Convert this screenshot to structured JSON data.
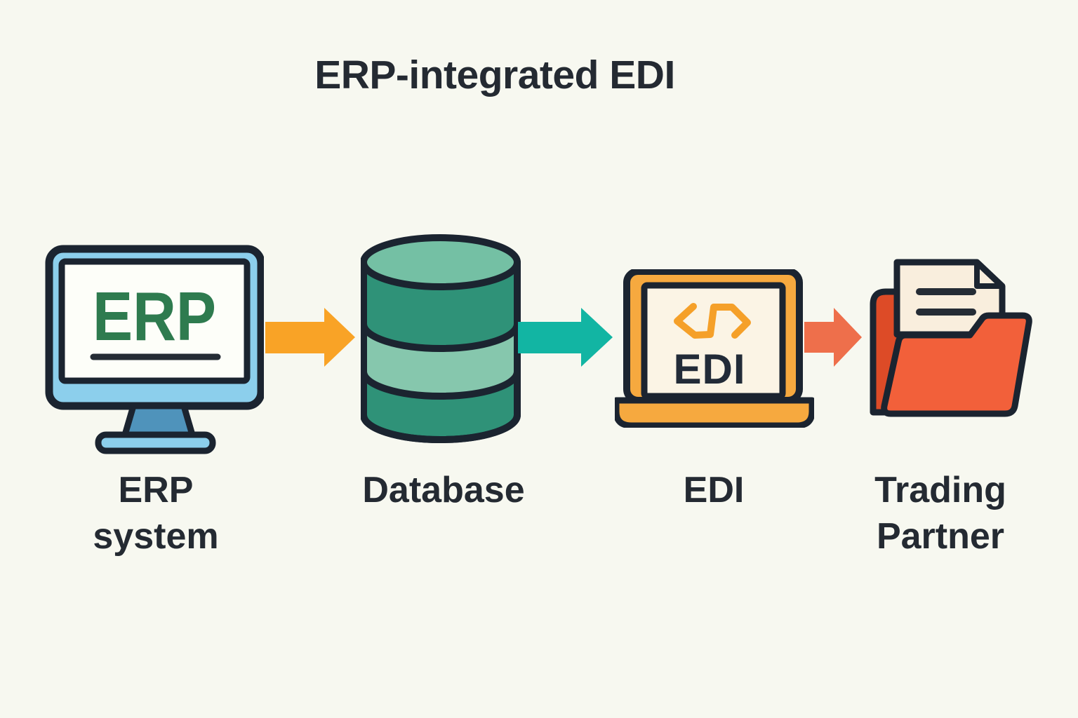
{
  "title": "ERP-integrated EDI",
  "colors": {
    "background": "#f7f8f0",
    "text": "#242a32",
    "outline": "#1b2430",
    "monitor_blue": "#8ccfec",
    "monitor_stand_blue": "#4f93bb",
    "monitor_screen_white": "#fdfef9",
    "erp_green": "#2e7b4f",
    "db_green_dark": "#2f9278",
    "db_green_light": "#86c7ad",
    "db_green_top": "#74c0a4",
    "laptop_orange": "#f6a93f",
    "laptop_screen_cream": "#fbf4e5",
    "code_icon_orange": "#f5a029",
    "edi_text_dark": "#222b38",
    "folder_red_front": "#f2603a",
    "folder_red_back": "#dd4b27",
    "document_cream": "#f9eedd",
    "arrow_orange": "#f9a326",
    "arrow_teal": "#12b5a3",
    "arrow_coral": "#ee6f4b"
  },
  "nodes": [
    {
      "id": "erp-system",
      "icon": "desktop-monitor-icon",
      "screen_text": "ERP",
      "label_line1": "ERP",
      "label_line2": "system"
    },
    {
      "id": "database",
      "icon": "database-cylinder-icon",
      "screen_text": "",
      "label_line1": "Database",
      "label_line2": ""
    },
    {
      "id": "edi",
      "icon": "laptop-code-icon",
      "screen_text": "EDI",
      "label_line1": "EDI",
      "label_line2": ""
    },
    {
      "id": "trading-partner",
      "icon": "open-folder-document-icon",
      "screen_text": "",
      "label_line1": "Trading",
      "label_line2": "Partner"
    }
  ],
  "arrows": [
    {
      "from": "erp-system",
      "to": "database",
      "color": "#f9a326"
    },
    {
      "from": "database",
      "to": "edi",
      "color": "#12b5a3"
    },
    {
      "from": "edi",
      "to": "trading-partner",
      "color": "#ee6f4b"
    }
  ]
}
